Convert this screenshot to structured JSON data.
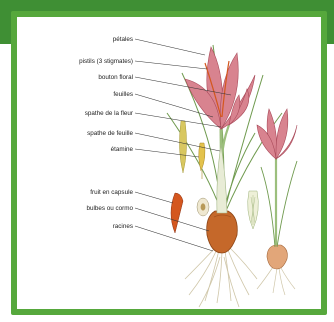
{
  "labels": [
    "pétales",
    "pistils (3 stigmates)",
    "bouton floral",
    "feuilles",
    "spathe de la fleur",
    "spathe de feuille",
    "étamine",
    "fruit en capsule",
    "bulbes ou cormo",
    "racines"
  ],
  "colors": {
    "frame_green": "#56a83c",
    "band_green": "#3f8f34",
    "petal": "#d8838f",
    "corm": "#c5682a",
    "leaf": "#6f9a4e",
    "stigma": "#d4571f",
    "stamen": "#e3c24c"
  }
}
